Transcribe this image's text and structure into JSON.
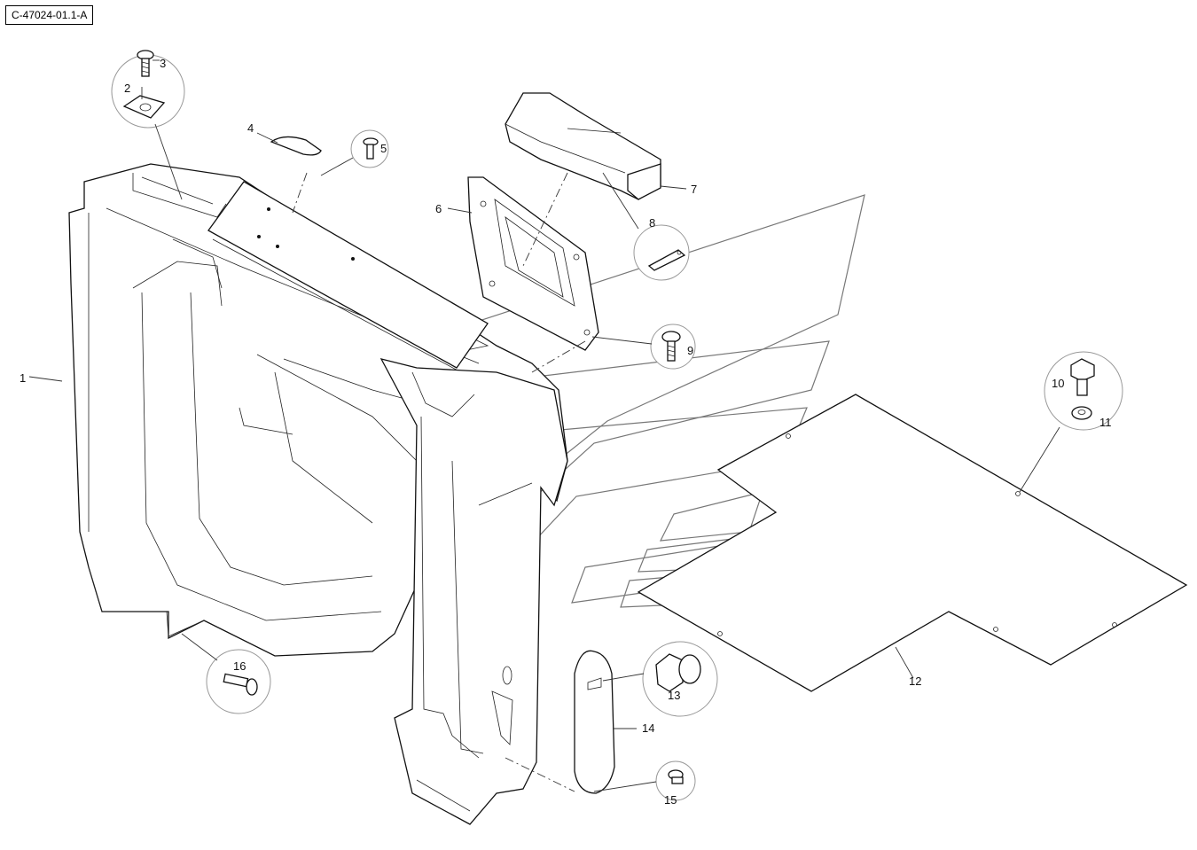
{
  "diagram": {
    "reference_code": "C-47024-01.1-A",
    "callouts": [
      "1",
      "2",
      "3",
      "4",
      "5",
      "6",
      "7",
      "8",
      "9",
      "10",
      "11",
      "12",
      "13",
      "14",
      "15",
      "16"
    ]
  },
  "icons": {
    "screw": "screw-icon",
    "bolt": "bolt-icon",
    "washer": "washer-icon",
    "clip": "clip-icon",
    "nut-clip": "nut-clip-icon"
  }
}
